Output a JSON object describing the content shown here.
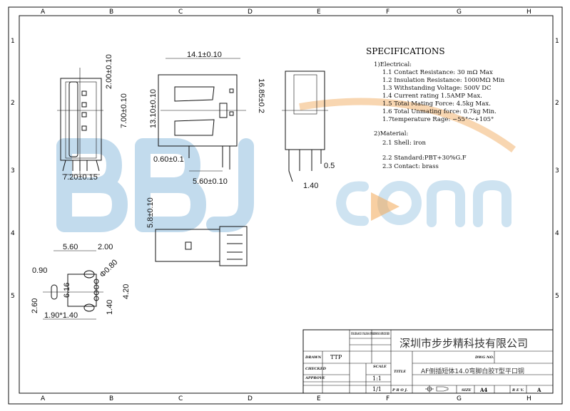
{
  "grid": {
    "columns": [
      "A",
      "B",
      "C",
      "D",
      "E",
      "F",
      "G",
      "H"
    ],
    "rows": [
      "1",
      "2",
      "3",
      "4",
      "5"
    ]
  },
  "watermark": {
    "text": "BBJconn",
    "colors": {
      "blue": "#b7d5ea",
      "orange": "#f0a048"
    }
  },
  "dimensions": {
    "front_pitch": "2.00±0.10",
    "front_span": "7.00±0.10",
    "front_width": "7.20±0.15",
    "top_width": "14.1±0.10",
    "top_height": "13.10±0.10",
    "overall_height": "16.85±0.2",
    "pin_width": "0.60±0.1",
    "pin_spacing": "5.60±0.10",
    "side_pin": "0.5",
    "side_offset": "1.40",
    "bottom_height": "5.8±0.10",
    "fp_span": "5.60",
    "fp_pitch": "2.00",
    "fp_slot": "0.90",
    "fp_hole": "Φ0.80",
    "fp_center": "6.16",
    "fp_rows": "4.20",
    "fp_row_pitch": "1.40",
    "fp_height": "2.60",
    "fp_slot_size": "1.90*1.40"
  },
  "specifications": {
    "title": "SPECIFICATIONS",
    "electrical_heading": "1)Electrical:",
    "electrical": [
      "1.1 Contact Resistance: 30 mΩ Max",
      "1.2 Insulation Resistance: 1000MΩ Min",
      "1.3 Withstanding Voltage: 500V DC",
      "1.4 Current rating 1.5AMP Max.",
      "1.5 Total Mating Force: 4.5kg Max.",
      "1.6 Total Unmating force: 0.7kg Min.",
      "1.7temperature Rage: −55°～+105°"
    ],
    "material_heading": "2)Material:",
    "material": [
      "2.1 Shell: iron",
      "2.2 Standard:PBT+30%G.F",
      "2.3 Contact: brass"
    ]
  },
  "title_block": {
    "tolerance": "TOLERANCE UNLESS OTHERWISE SPECIFIED",
    "company": "深圳市步步精科技有限公司",
    "drawn_label": "DRAWN",
    "drawn_value": "TTP",
    "checked_label": "CHECKED",
    "approve_label": "APPROVE",
    "scale_label": "SCALE",
    "scale_value": "1:1",
    "sheet_value": "1/1",
    "dwg_no_label": "DWG NO.",
    "title_label": "TITLE",
    "title_value": "AF侧插短体14.0弯脚白胶T型平口铜",
    "proj_label": "P R O J.",
    "size_label": "SIZE",
    "size_value": "A4",
    "rev_label": "R E V.",
    "rev_value": "A"
  }
}
